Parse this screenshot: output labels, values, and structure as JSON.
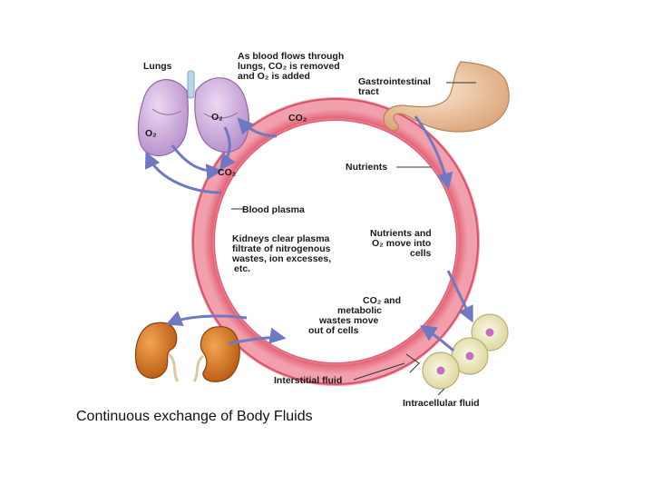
{
  "diagram": {
    "caption": "Continuous exchange of Body Fluids",
    "labels": {
      "lungs": "Lungs",
      "lungs_note": [
        "As blood flows through",
        "lungs, CO₂ is removed",
        "and O₂ is added"
      ],
      "o2_right": "O₂",
      "o2_left": "O₂",
      "co2_top": "CO₂",
      "co2_mid": "CO₂",
      "gi_tract": [
        "Gastrointestinal",
        "tract"
      ],
      "nutrients": "Nutrients",
      "blood_plasma": "Blood plasma",
      "kidneys_note": [
        "Kidneys clear plasma",
        "filtrate of nitrogenous",
        "wastes, ion excesses,",
        "etc."
      ],
      "nutrients_o2": [
        "Nutrients and",
        "O₂ move into",
        "cells"
      ],
      "co2_wastes": [
        "CO₂ and",
        "metabolic",
        "wastes move",
        "out of cells"
      ],
      "interstitial_fluid": "Interstitial fluid",
      "intracellular_fluid": "Intracellular fluid"
    },
    "colors": {
      "ring": "#e46a7c",
      "ring_light": "#f7b9c2",
      "arrow": "#6f79c2",
      "lung": "#c8a6d8",
      "kidney": "#d8721e",
      "stomach": "#e9c29a",
      "cell": "#f1edc4",
      "nucleus": "#c36fc4"
    }
  }
}
